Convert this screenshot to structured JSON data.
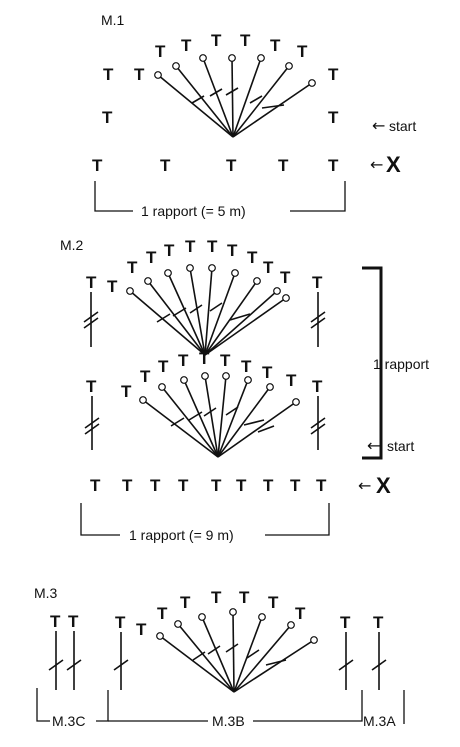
{
  "stitch_symbol": "T",
  "m1": {
    "label": "M.1",
    "start_label": "start",
    "x_label": "X",
    "bracket_label": "1 rapport (= 5 m)"
  },
  "m2": {
    "label": "M.2",
    "repeat_label": "1 rapport",
    "start_label": "start",
    "x_label": "X",
    "bracket_label": "1 rapport (= 9 m)"
  },
  "m3": {
    "label": "M.3",
    "section_c": "M.3C",
    "section_b": "M.3B",
    "section_a": "M.3A"
  },
  "arrow_glyph": "←"
}
